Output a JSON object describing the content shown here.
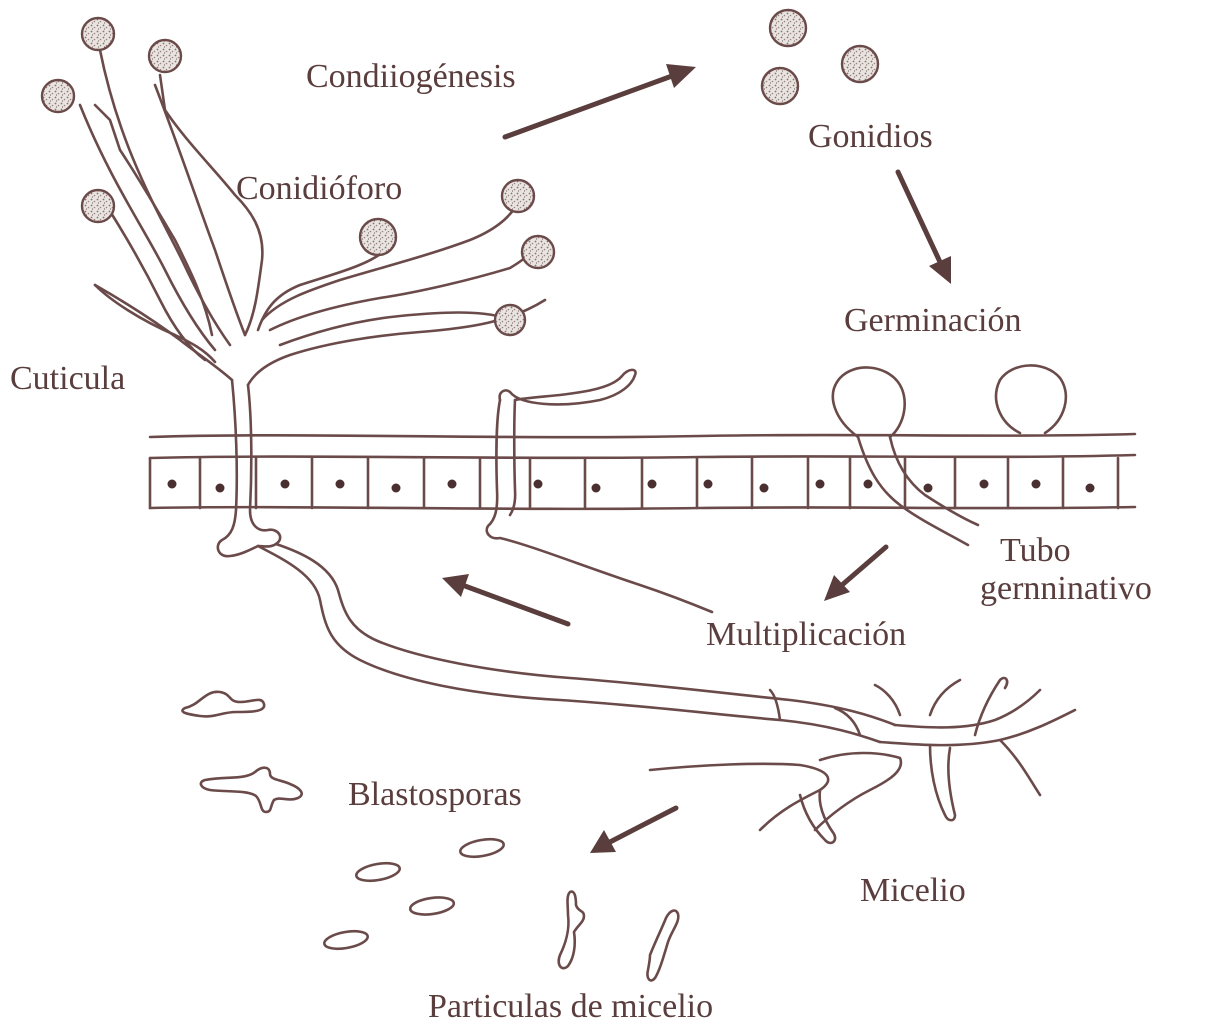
{
  "labels": {
    "condiiogenesis": "Condiiogénesis",
    "gonidios": "Gonidios",
    "conidioforo": "Conidióforo",
    "germinacion": "Germinación",
    "cuticula": "Cuticula",
    "tubo_line1": "Tubo",
    "tubo_line2": "gernninativo",
    "multiplicacion": "Multiplicación",
    "blastosporas": "Blastosporas",
    "micelio": "Micelio",
    "particulas": "Particulas de micelio"
  },
  "colors": {
    "stroke": "#6b4a4a",
    "text": "#5a3d3d",
    "arrow": "#5a3d3d",
    "spore_fill": "#d9d4d0"
  }
}
